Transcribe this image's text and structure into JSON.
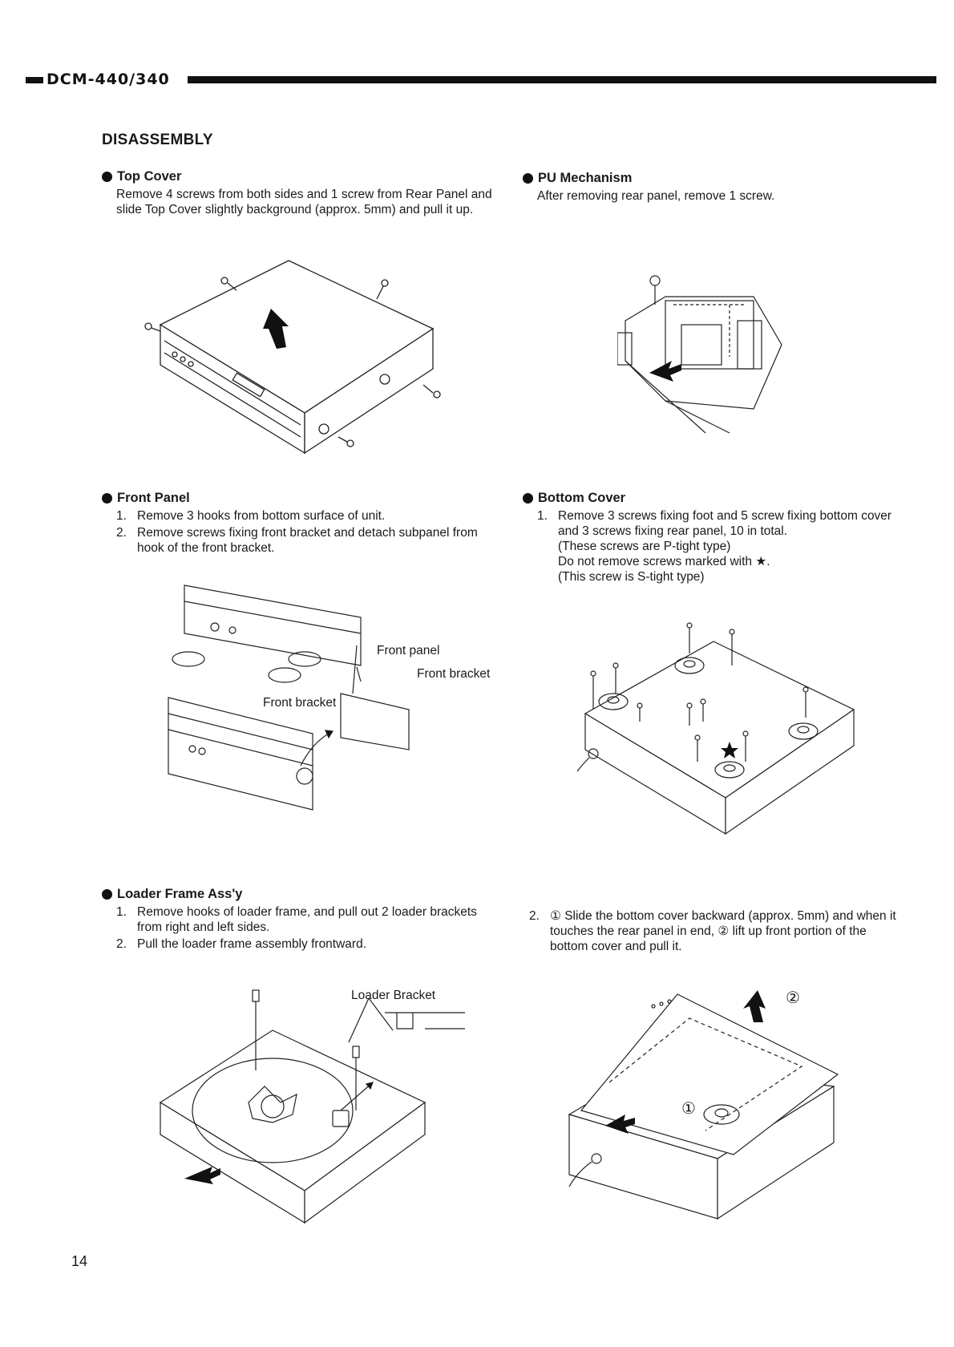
{
  "header": {
    "model": "DCM-440/340"
  },
  "title": "DISASSEMBLY",
  "sections": {
    "top_cover": {
      "heading": "Top Cover",
      "body": "Remove 4 screws from both sides and 1 screw from Rear Panel and slide Top Cover slightly background (approx. 5mm) and pull it up."
    },
    "pu_mechanism": {
      "heading": "PU Mechanism",
      "body": "After removing rear panel, remove 1 screw."
    },
    "front_panel": {
      "heading": "Front Panel",
      "steps": [
        {
          "num": "1.",
          "text": "Remove 3 hooks from bottom surface of unit."
        },
        {
          "num": "2.",
          "text": "Remove screws fixing front bracket and detach subpanel from hook of the front bracket."
        }
      ],
      "labels": {
        "front_panel": "Front panel",
        "front_bracket_right": "Front bracket",
        "front_bracket_left": "Front bracket"
      }
    },
    "bottom_cover": {
      "heading": "Bottom Cover",
      "step1_num": "1.",
      "step1_text": "Remove 3 screws fixing foot and 5 screw fixing bottom cover and 3 screws fixing rear panel, 10 in total.",
      "step1_note1": "(These screws are P-tight type)",
      "step1_note2": "Do not remove screws marked with ★.",
      "step1_note3": "(This screw is S-tight type)"
    },
    "loader_frame": {
      "heading": "Loader Frame Ass'y",
      "steps": [
        {
          "num": "1.",
          "text": "Remove hooks of loader frame, and pull out 2 loader brackets from right and left sides."
        },
        {
          "num": "2.",
          "text": "Pull the loader frame assembly frontward."
        }
      ],
      "labels": {
        "loader_bracket": "Loader Bracket"
      }
    },
    "bottom_cover_step2": {
      "num": "2.",
      "text": "① Slide the bottom cover backward (approx. 5mm) and when it touches the rear panel in end, ② lift up front portion of the bottom cover and pull it.",
      "marker1": "①",
      "marker2": "②"
    }
  },
  "page_number": "14"
}
